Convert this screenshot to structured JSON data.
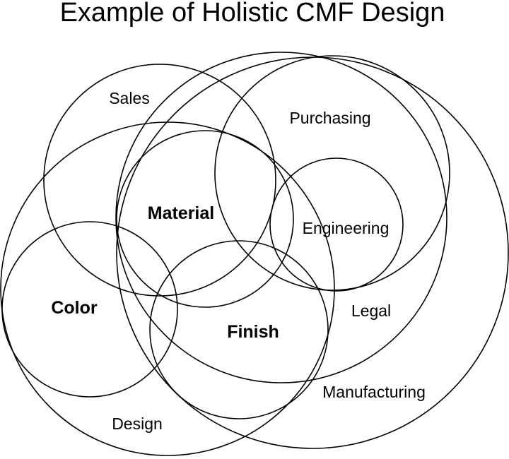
{
  "title": "Example of Holistic CMF Design",
  "labels": {
    "sales": "Sales",
    "purchasing": "Purchasing",
    "material": "Material",
    "engineering": "Engineering",
    "color": "Color",
    "legal": "Legal",
    "finish": "Finish",
    "manufacturing": "Manufacturing",
    "design": "Design"
  },
  "colors": {
    "stroke": "#000000",
    "background": "#ffffff"
  }
}
